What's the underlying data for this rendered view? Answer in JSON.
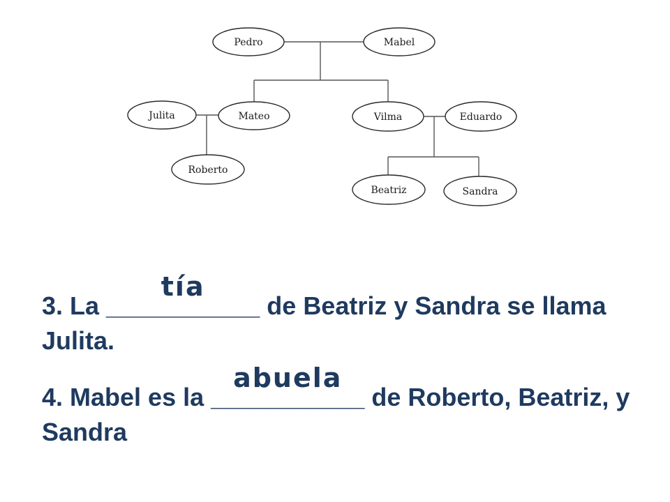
{
  "tree": {
    "nodes": {
      "pedro": "Pedro",
      "mabel": "Mabel",
      "julita": "Julita",
      "mateo": "Mateo",
      "vilma": "Vilma",
      "eduardo": "Eduardo",
      "roberto": "Roberto",
      "beatriz": "Beatriz",
      "sandra": "Sandra"
    }
  },
  "questions": [
    {
      "before": "3. La ",
      "blank": "___________",
      "answer": "tía",
      "after": " de Beatriz y Sandra se llama Julita."
    },
    {
      "before": "4. Mabel es la ",
      "blank": "___________",
      "answer": "abuela",
      "after": " de Roberto, Beatriz, y Sandra"
    }
  ],
  "colors": {
    "text": "#1f3a5f",
    "outline": "#2a2a2a"
  }
}
